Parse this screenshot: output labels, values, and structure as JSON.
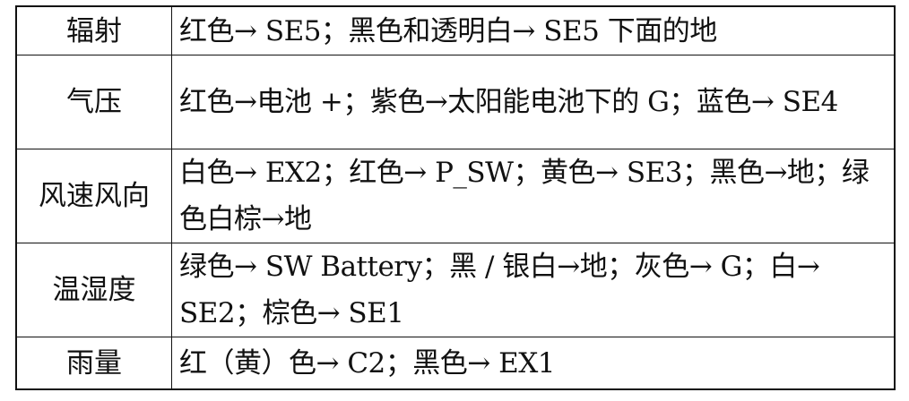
{
  "table": {
    "rows": [
      {
        "sensor": "辐射",
        "wiring": "红色→ SE5；黑色和透明白→ SE5 下面的地"
      },
      {
        "sensor": "气压",
        "wiring": "红色→电池 +；紫色→太阳能电池下的 G；蓝色→ SE4"
      },
      {
        "sensor": "风速风向",
        "wiring": "白色→ EX2；红色→ P_SW；黄色→ SE3；黑色→地；绿色白棕→地"
      },
      {
        "sensor": "温湿度",
        "wiring": "绿色→ SW Battery；黑 / 银白→地；灰色→ G；白→ SE2；棕色→ SE1"
      },
      {
        "sensor": "雨量",
        "wiring": "红（黄）色→ C2；黑色→ EX1"
      }
    ]
  }
}
